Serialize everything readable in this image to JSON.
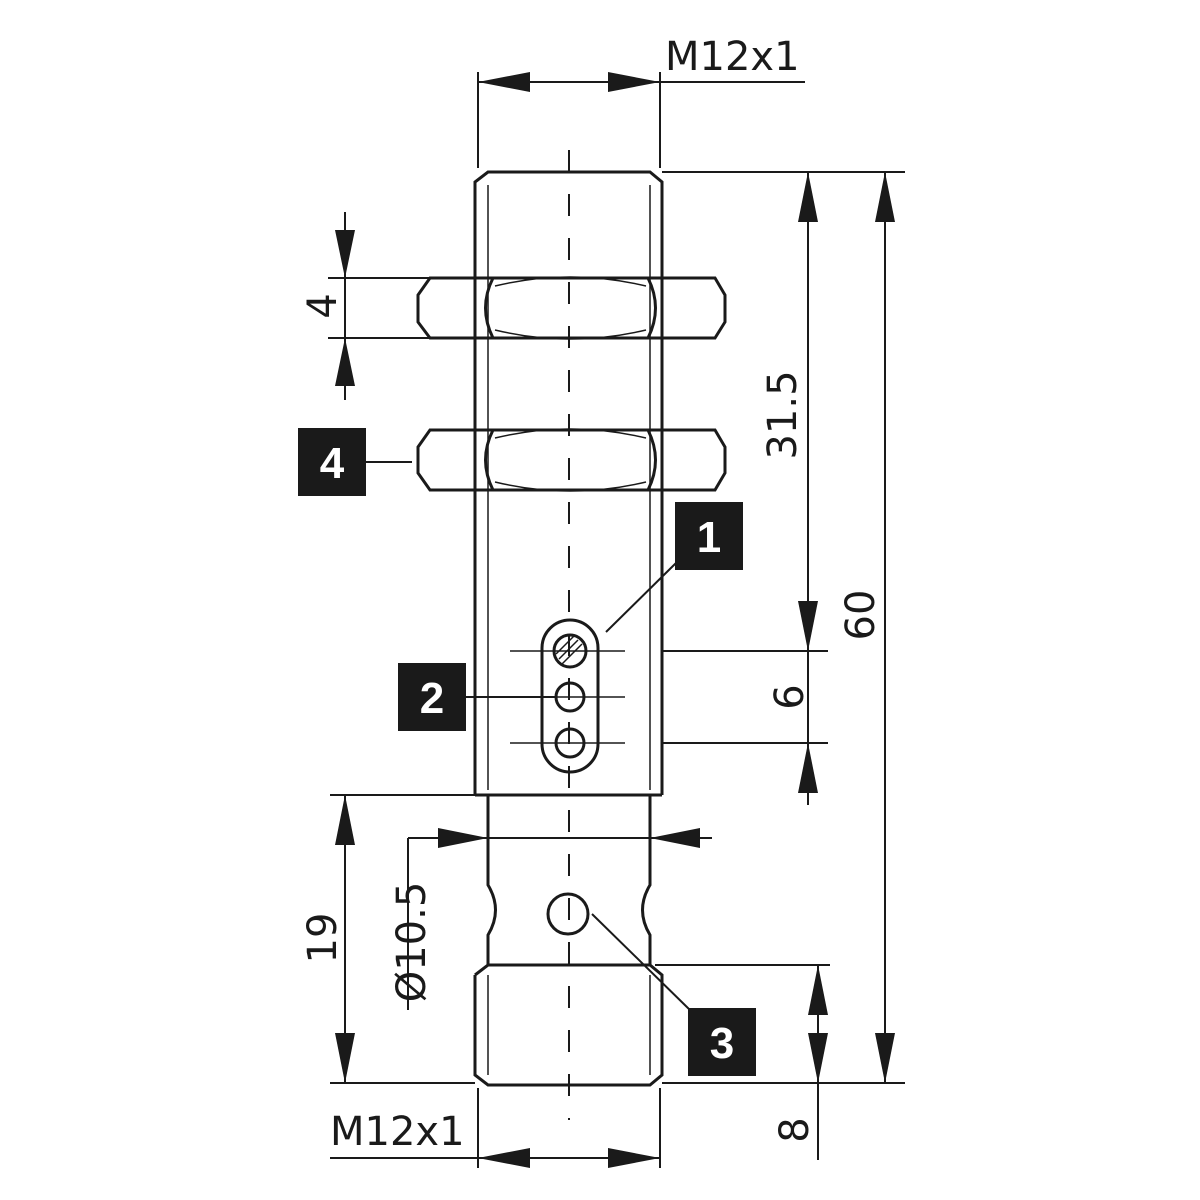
{
  "dimensions": {
    "thread_top": "M12x1",
    "thread_bottom": "M12x1",
    "nut_height": "4",
    "led_position": "31.5",
    "total_length": "60",
    "led_spacing": "6",
    "lower_length": "19",
    "diameter": "Ø10.5",
    "thread_length": "8"
  },
  "callouts": {
    "c1": "1",
    "c2": "2",
    "c3": "3",
    "c4": "4"
  },
  "colors": {
    "line": "#1a1a1a",
    "background": "#ffffff",
    "callout_bg": "#1a1a1a",
    "callout_text": "#ffffff"
  }
}
